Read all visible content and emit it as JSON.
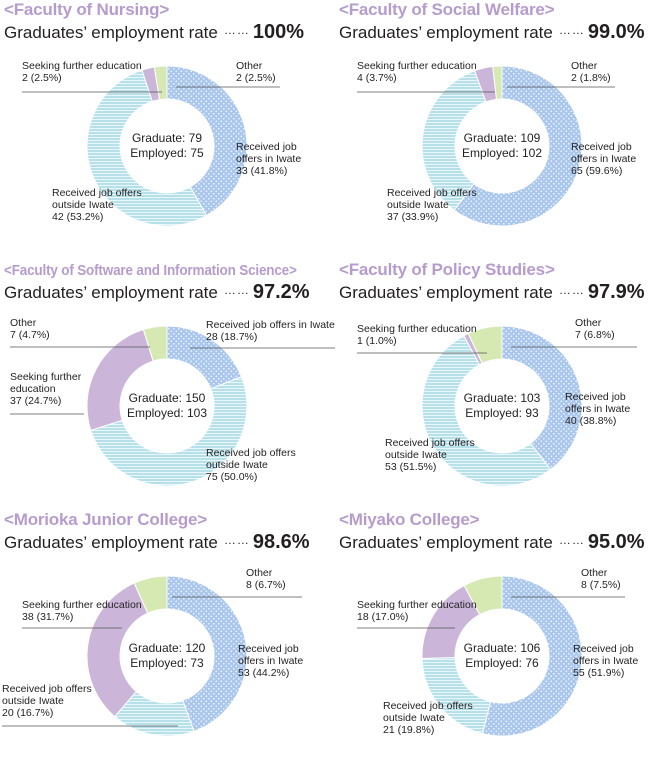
{
  "colors": {
    "title": "#b69ccd",
    "iwate": "#a9c6ec",
    "outside": "#b6e1ea",
    "further": "#cbb6da",
    "other": "#d6e9b2"
  },
  "rate_label": "Graduates’ employment rate",
  "rate_dots": "……",
  "chart_data": [
    {
      "type": "pie",
      "title": "<Faculty of Nursing>",
      "employment_rate": "100%",
      "center": {
        "graduate": "Graduate: 79",
        "employed": "Employed: 75"
      },
      "slices": [
        {
          "key": "iwate",
          "value": 33,
          "label_lines": [
            "Received job",
            "offers in Iwate",
            "33 (41.8%)"
          ]
        },
        {
          "key": "outside",
          "value": 42,
          "label_lines": [
            "Received job offers",
            "outside Iwate",
            "42 (53.2%)"
          ]
        },
        {
          "key": "further",
          "value": 2,
          "label_lines": [
            "Seeking further education",
            "2 (2.5%)"
          ]
        },
        {
          "key": "other",
          "value": 2,
          "label_lines": [
            "Other",
            "2 (2.5%)"
          ]
        }
      ]
    },
    {
      "type": "pie",
      "title": "<Faculty of Social Welfare>",
      "employment_rate": "99.0%",
      "center": {
        "graduate": "Graduate: 109",
        "employed": "Employed: 102"
      },
      "slices": [
        {
          "key": "iwate",
          "value": 65,
          "label_lines": [
            "Received job",
            "offers in Iwate",
            "65 (59.6%)"
          ]
        },
        {
          "key": "outside",
          "value": 37,
          "label_lines": [
            "Received job offers",
            "outside Iwate",
            "37 (33.9%)"
          ]
        },
        {
          "key": "further",
          "value": 4,
          "label_lines": [
            "Seeking further education",
            "4 (3.7%)"
          ]
        },
        {
          "key": "other",
          "value": 2,
          "label_lines": [
            "Other",
            "2 (1.8%)"
          ]
        }
      ]
    },
    {
      "type": "pie",
      "title": "<Faculty of Software and Information Science>",
      "employment_rate": "97.2%",
      "center": {
        "graduate": "Graduate: 150",
        "employed": "Employed: 103"
      },
      "slices": [
        {
          "key": "iwate",
          "value": 28,
          "label_lines": [
            "Received job offers in Iwate",
            "28 (18.7%)"
          ]
        },
        {
          "key": "outside",
          "value": 75,
          "label_lines": [
            "Received job offers",
            "outside Iwate",
            "75 (50.0%)"
          ]
        },
        {
          "key": "further",
          "value": 37,
          "label_lines": [
            "Seeking further",
            "education",
            "37 (24.7%)"
          ]
        },
        {
          "key": "other",
          "value": 7,
          "label_lines": [
            "Other",
            "7 (4.7%)"
          ]
        }
      ]
    },
    {
      "type": "pie",
      "title": "<Faculty of Policy Studies>",
      "employment_rate": "97.9%",
      "center": {
        "graduate": "Graduate: 103",
        "employed": "Employed: 93"
      },
      "slices": [
        {
          "key": "iwate",
          "value": 40,
          "label_lines": [
            "Received job",
            "offers in Iwate",
            "40 (38.8%)"
          ]
        },
        {
          "key": "outside",
          "value": 53,
          "label_lines": [
            "Received job offers",
            "outside Iwate",
            "53 (51.5%)"
          ]
        },
        {
          "key": "further",
          "value": 1,
          "label_lines": [
            "Seeking further education",
            "1 (1.0%)"
          ]
        },
        {
          "key": "other",
          "value": 7,
          "label_lines": [
            "Other",
            "7 (6.8%)"
          ]
        }
      ]
    },
    {
      "type": "pie",
      "title": "<Morioka Junior College>",
      "employment_rate": "98.6%",
      "center": {
        "graduate": "Graduate: 120",
        "employed": "Employed: 73"
      },
      "slices": [
        {
          "key": "iwate",
          "value": 53,
          "label_lines": [
            "Received job",
            "offers in Iwate",
            "53 (44.2%)"
          ]
        },
        {
          "key": "outside",
          "value": 20,
          "label_lines": [
            "Received job offers",
            "outside Iwate",
            "20 (16.7%)"
          ]
        },
        {
          "key": "further",
          "value": 38,
          "label_lines": [
            "Seeking further education",
            "38 (31.7%)"
          ]
        },
        {
          "key": "other",
          "value": 8,
          "label_lines": [
            "Other",
            "8 (6.7%)"
          ]
        }
      ]
    },
    {
      "type": "pie",
      "title": "<Miyako College>",
      "employment_rate": "95.0%",
      "center": {
        "graduate": "Graduate: 106",
        "employed": "Employed: 76"
      },
      "slices": [
        {
          "key": "iwate",
          "value": 55,
          "label_lines": [
            "Received job",
            "offers in Iwate",
            "55 (51.9%)"
          ]
        },
        {
          "key": "outside",
          "value": 21,
          "label_lines": [
            "Received job offers",
            "outside Iwate",
            "21 (19.8%)"
          ]
        },
        {
          "key": "further",
          "value": 18,
          "label_lines": [
            "Seeking further education",
            "18 (17.0%)"
          ]
        },
        {
          "key": "other",
          "value": 8,
          "label_lines": [
            "Other",
            "8 (7.5%)"
          ]
        }
      ]
    }
  ]
}
